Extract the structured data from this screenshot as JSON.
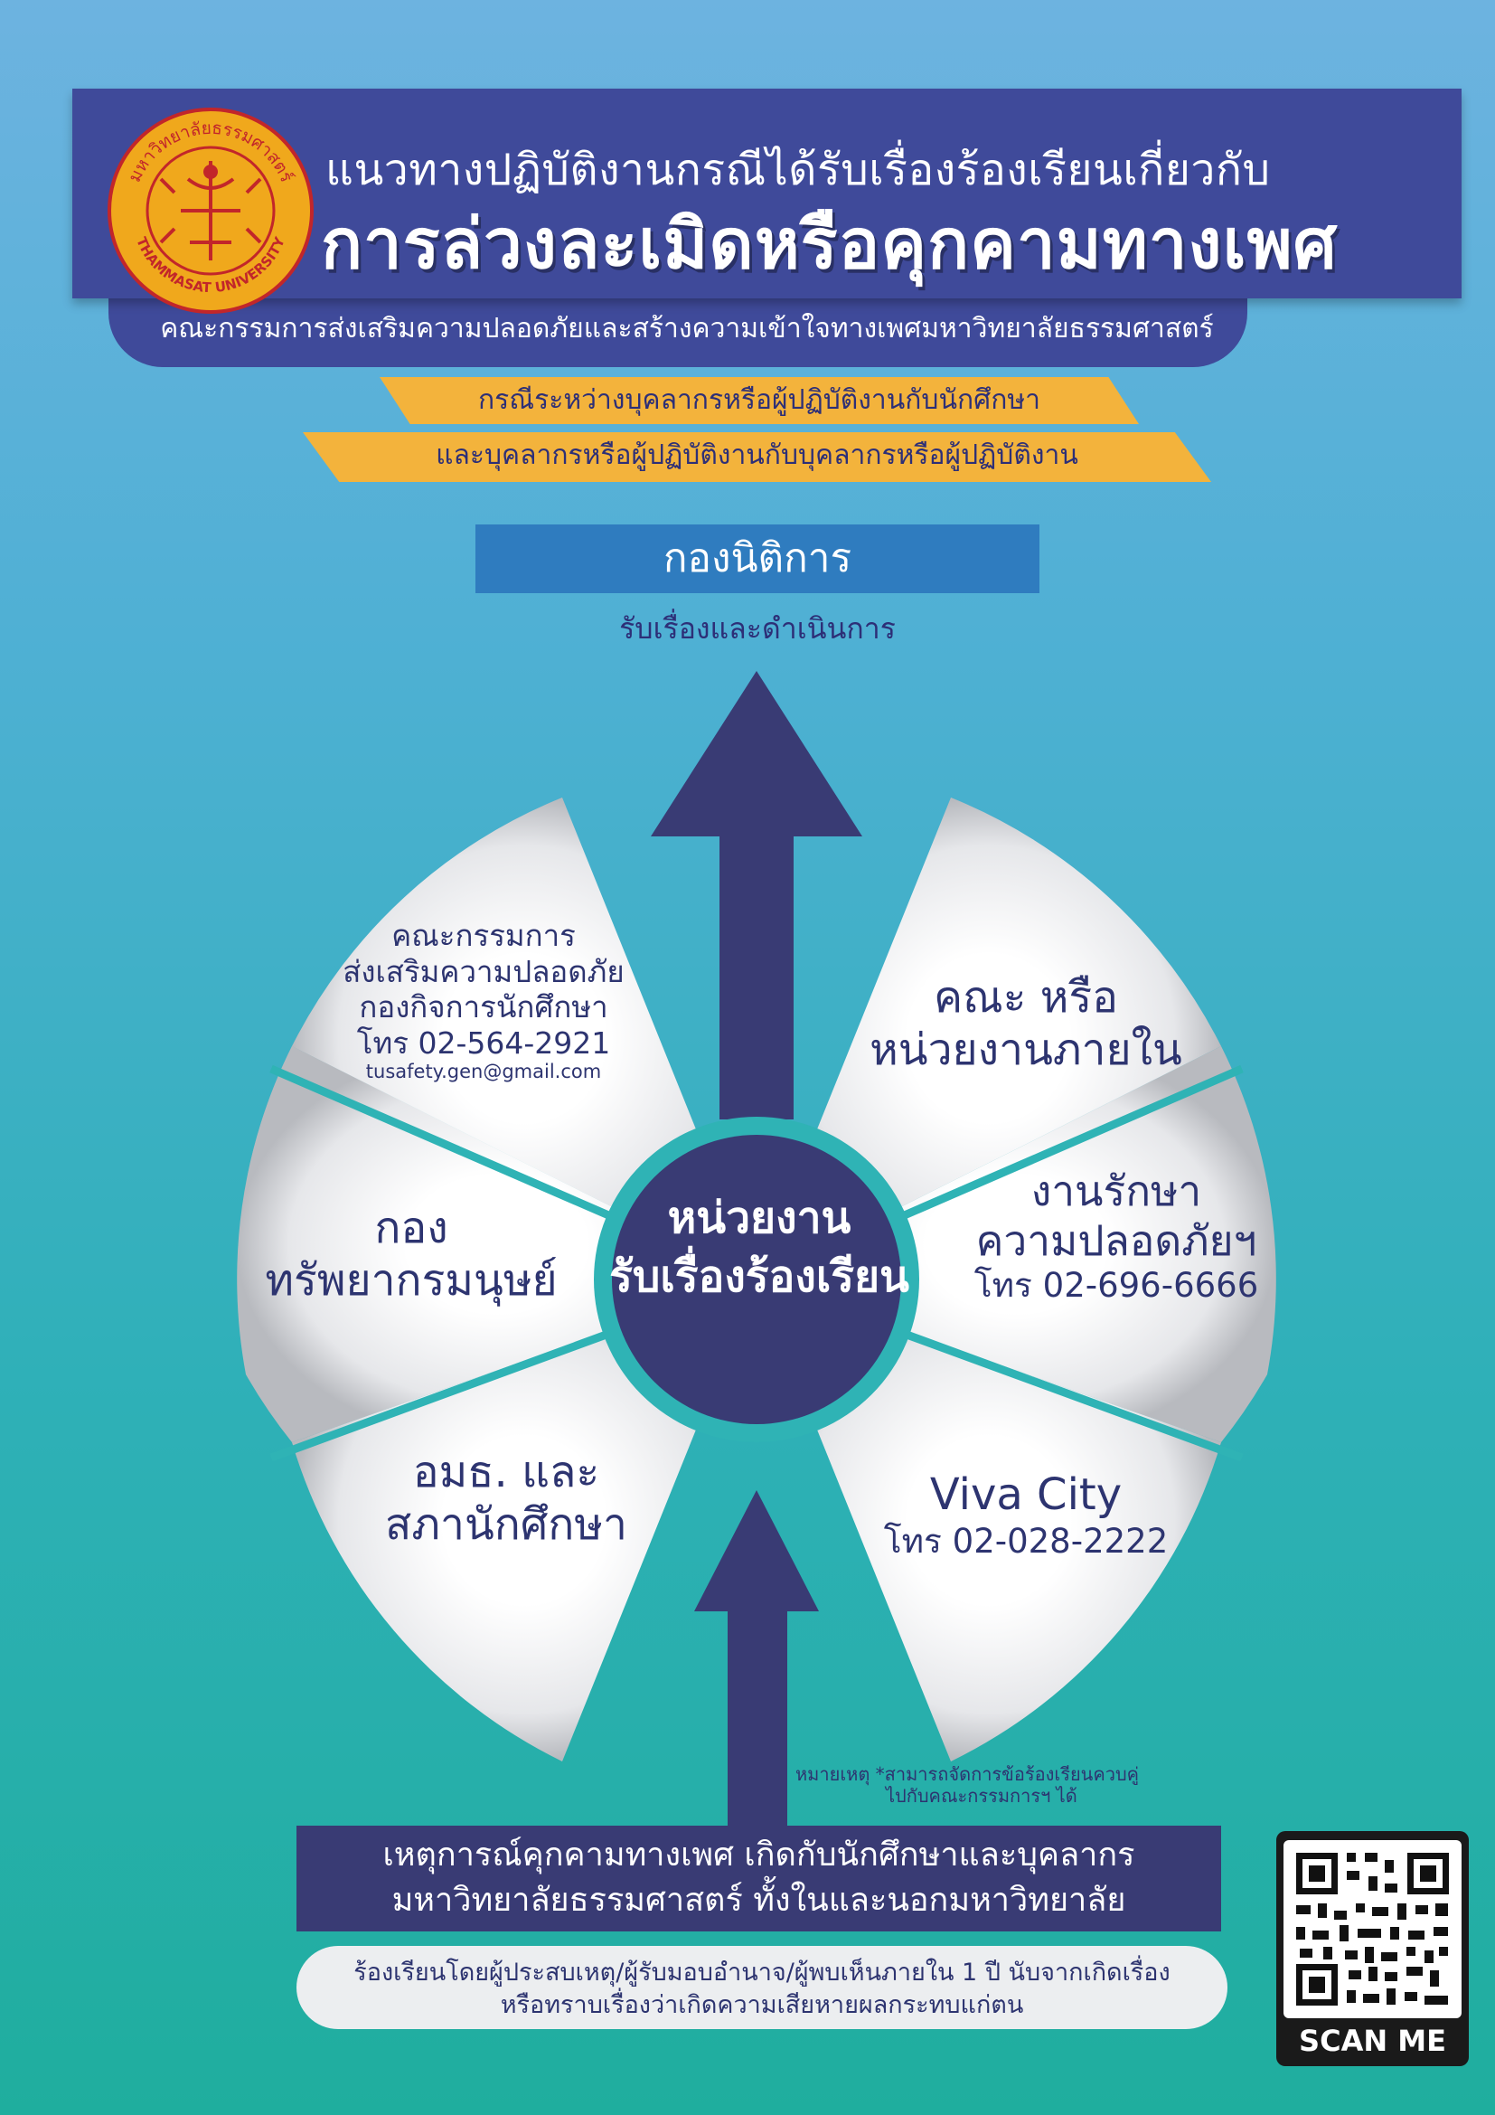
{
  "header": {
    "title_line1": "แนวทางปฏิบัติงานกรณีได้รับเรื่องร้องเรียนเกี่ยวกับ",
    "title_line2": "การล่วงละเมิดหรือคุกคามทางเพศ",
    "committee": "คณะกรรมการส่งเสริมความปลอดภัยและสร้างความเข้าใจทางเพศมหาวิทยาลัยธรรมศาสตร์",
    "logo_text_top": "มหาวิทยาลัยธรรมศาสตร์",
    "logo_text_bottom": "THAMMASAT UNIVERSITY"
  },
  "cases": {
    "line1": "กรณีระหว่างบุคลากรหรือผู้ปฏิบัติงานกับนักศึกษา",
    "line2": "และบุคลากรหรือผู้ปฏิบัติงานกับบุคลากรหรือผู้ปฏิบัติงาน"
  },
  "legal_office": {
    "name": "กองนิติการ",
    "action": "รับเรื่องและดำเนินการ"
  },
  "hub": {
    "line1": "หน่วยงาน",
    "line2": "รับเรื่องร้องเรียน"
  },
  "segments": {
    "committee": {
      "l1": "คณะกรรมการ",
      "l2": "ส่งเสริมความปลอดภัย",
      "l3": "กองกิจการนักศึกษา",
      "phone": "โทร 02-564-2921",
      "email": "tusafety.gen@gmail.com"
    },
    "faculty": {
      "l1": "คณะ หรือ",
      "l2": "หน่วยงานภายใน"
    },
    "hr": {
      "l1": "กอง",
      "l2": "ทรัพยากรมนุษย์"
    },
    "security": {
      "l1": "งานรักษา",
      "l2": "ความปลอดภัยฯ",
      "phone": "โทร 02-696-6666"
    },
    "union": {
      "l1": "อมธ. และ",
      "l2": "สภานักศึกษา"
    },
    "viva": {
      "l1": "Viva City",
      "phone": "โทร 02-028-2222"
    }
  },
  "note": {
    "l1": "หมายเหตุ *สามารถจัดการข้อร้องเรียนควบคู่",
    "l2": "ไปกับคณะกรรมการฯ ได้"
  },
  "event": {
    "l1": "เหตุการณ์คุกคามทางเพศ เกิดกับนักศึกษาและบุคลากร",
    "l2": "มหาวิทยาลัยธรรมศาสตร์ ทั้งในและนอกมหาวิทยาลัย"
  },
  "report": {
    "l1": "ร้องเรียนโดยผู้ประสบเหตุ/ผู้รับมอบอำนาจ/ผู้พบเห็นภายใน 1 ปี นับจากเกิดเรื่อง",
    "l2": "หรือทราบเรื่องว่าเกิดความเสียหายผลกระทบแก่ตน"
  },
  "qr": {
    "label": "SCAN ME"
  },
  "colors": {
    "navy": "#393b74",
    "banner": "#3f4a9a",
    "ribbon": "#f3b33c",
    "office": "#2f7cbf"
  }
}
